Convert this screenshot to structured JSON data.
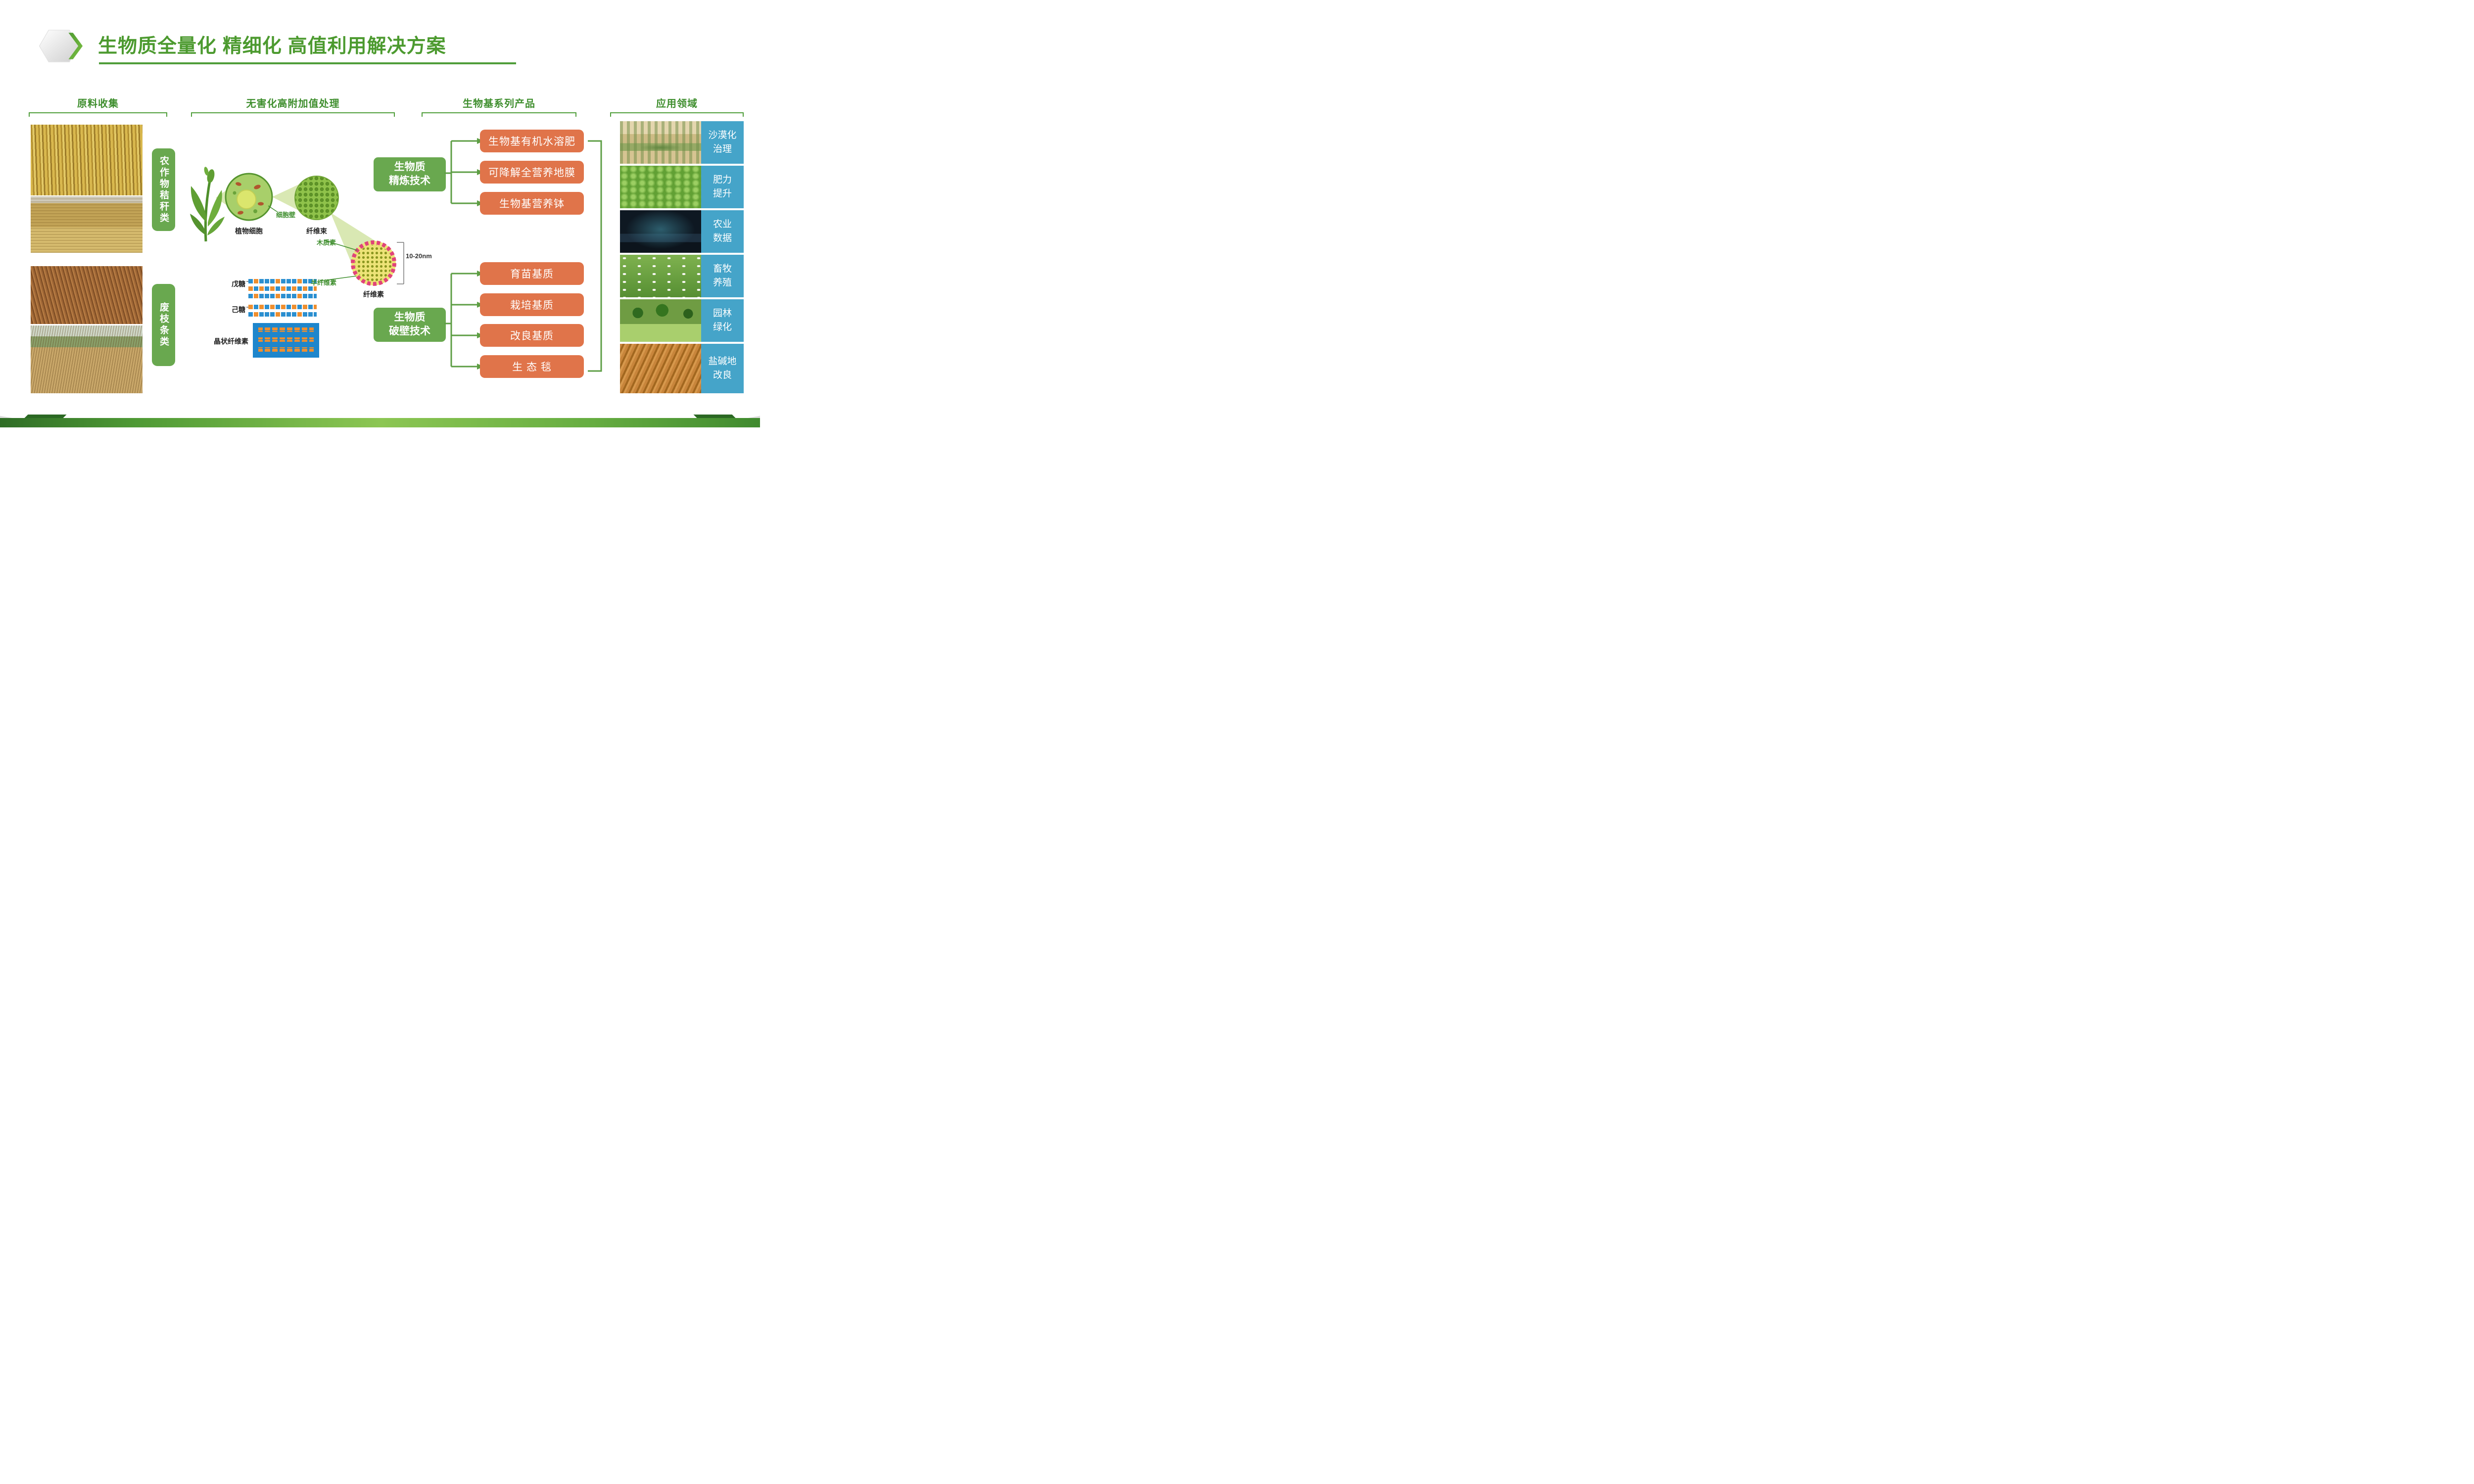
{
  "title": "生物质全量化 精细化 高值利用解决方案",
  "sections": [
    {
      "header": "原料收集"
    },
    {
      "header": "无害化高附加值处理"
    },
    {
      "header": "生物基系列产品"
    },
    {
      "header": "应用领域"
    }
  ],
  "materials": {
    "group1_label": "农作物秸秆类",
    "group2_label": "废枝条类"
  },
  "process": {
    "plant_cell": "植物细胞",
    "cell_wall": "细胞壁",
    "fiber_bundle": "纤维束",
    "lignin": "木质素",
    "hemicellulose": "半纤维素",
    "cellulose": "纤维素",
    "fiber_scale": "10-20nm",
    "pentose": "戊糖",
    "hexose": "己糖",
    "crystalline_cellulose": "晶状纤维素"
  },
  "technologies": [
    {
      "line1": "生物质",
      "line2": "精炼技术"
    },
    {
      "line1": "生物质",
      "line2": "破壁技术"
    }
  ],
  "products": [
    {
      "label": "生物基有机水溶肥"
    },
    {
      "label": "可降解全营养地膜"
    },
    {
      "label": "生物基营养钵"
    },
    {
      "label": "育苗基质"
    },
    {
      "label": "栽培基质"
    },
    {
      "label": "改良基质"
    },
    {
      "label": "生 态 毯"
    }
  ],
  "applications": [
    {
      "line1": "沙漠化",
      "line2": "治理"
    },
    {
      "line1": "肥力",
      "line2": "提升"
    },
    {
      "line1": "农业",
      "line2": "数据"
    },
    {
      "line1": "畜牧",
      "line2": "养殖"
    },
    {
      "line1": "园林",
      "line2": "绿化"
    },
    {
      "line1": "盐碱地",
      "line2": "改良"
    }
  ],
  "colors": {
    "title_green": "#4c9a2f",
    "header_green": "#3e8e2d",
    "box_green": "#69a84f",
    "connector_green": "#5d9e44",
    "product_orange": "#e0744a",
    "application_blue": "#45a4c9"
  }
}
